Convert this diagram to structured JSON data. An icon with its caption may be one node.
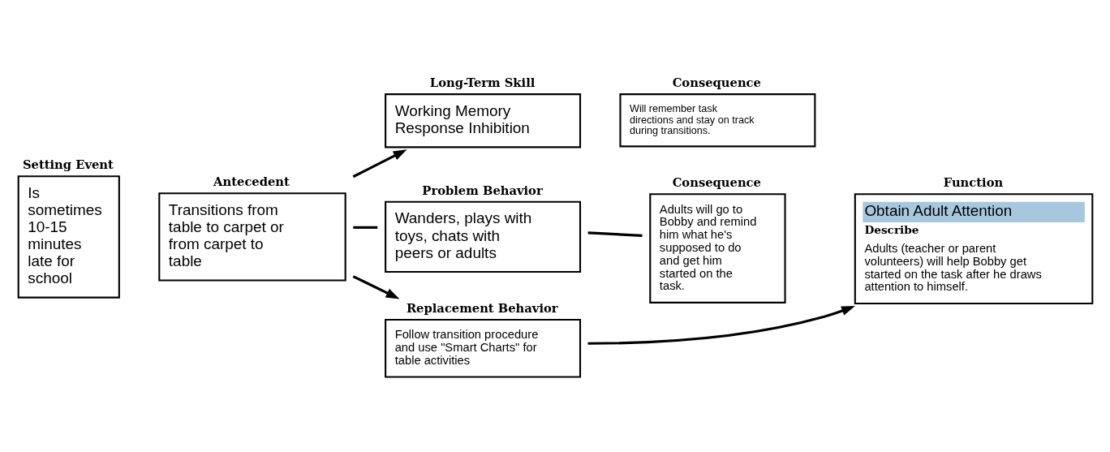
{
  "diagram": {
    "nodes": [
      {
        "text": [
          "Setting Event",
          "Is sometimes 10-15 minutes late for school"
        ]
      },
      {
        "text": [
          "Antecedent",
          "Transitions from table to carpet or from carpet to table"
        ]
      },
      {
        "text": [
          "Long-Term Skill",
          "Working Memory Response Inhibition"
        ]
      },
      {
        "text": [
          "Consequence",
          "Will remember task directions and stay on track during transitions."
        ]
      },
      {
        "text": [
          "Problem Behavior",
          "Wanders, plays with toys, chats with peers or adults"
        ]
      },
      {
        "text": [
          "Consequence",
          "Adults will go to Bobby and remind him what he's supposed to do and get him started on the task."
        ]
      },
      {
        "text": [
          "Function",
          "Obtain Adult Attention",
          "Describe",
          "Adults (teacher or parent volunteers) will help Bobby get started on the task after he draws attention to himself."
        ]
      },
      {
        "text": [
          "Replacement Behavior",
          "Follow transition procedure and use \"Smart Charts\" for table activities"
        ]
      }
    ],
    "edges": [
      {
        "from": 1,
        "to": 4,
        "arrow": "none"
      },
      {
        "from": 4,
        "to": 5,
        "arrow": "none"
      },
      {
        "from": 1,
        "to": 2,
        "arrow": "to"
      },
      {
        "from": 1,
        "to": 7,
        "arrow": "to"
      },
      {
        "from": 7,
        "to": 6,
        "arrow": "to"
      }
    ]
  }
}
